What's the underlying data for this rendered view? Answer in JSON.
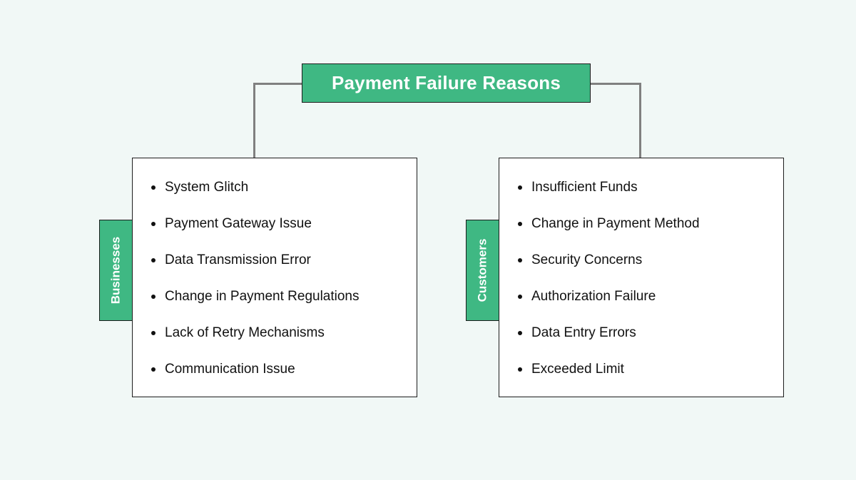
{
  "diagram": {
    "title": "Payment Failure Reasons",
    "colors": {
      "background": "#f1f8f6",
      "accent_green": "#3fb883",
      "node_border": "#1d1d1d",
      "connector": "#808080",
      "panel_background": "#ffffff",
      "text_dark": "#111111",
      "text_light": "#ffffff"
    },
    "branches": [
      {
        "tab_label": "Businesses",
        "items": [
          "System Glitch",
          "Payment Gateway Issue",
          "Data Transmission Error",
          "Change in Payment Regulations",
          "Lack of Retry Mechanisms",
          "Communication Issue"
        ]
      },
      {
        "tab_label": "Customers",
        "items": [
          "Insufficient Funds",
          "Change in Payment Method",
          "Security Concerns",
          "Authorization Failure",
          "Data Entry Errors",
          "Exceeded Limit"
        ]
      }
    ]
  }
}
